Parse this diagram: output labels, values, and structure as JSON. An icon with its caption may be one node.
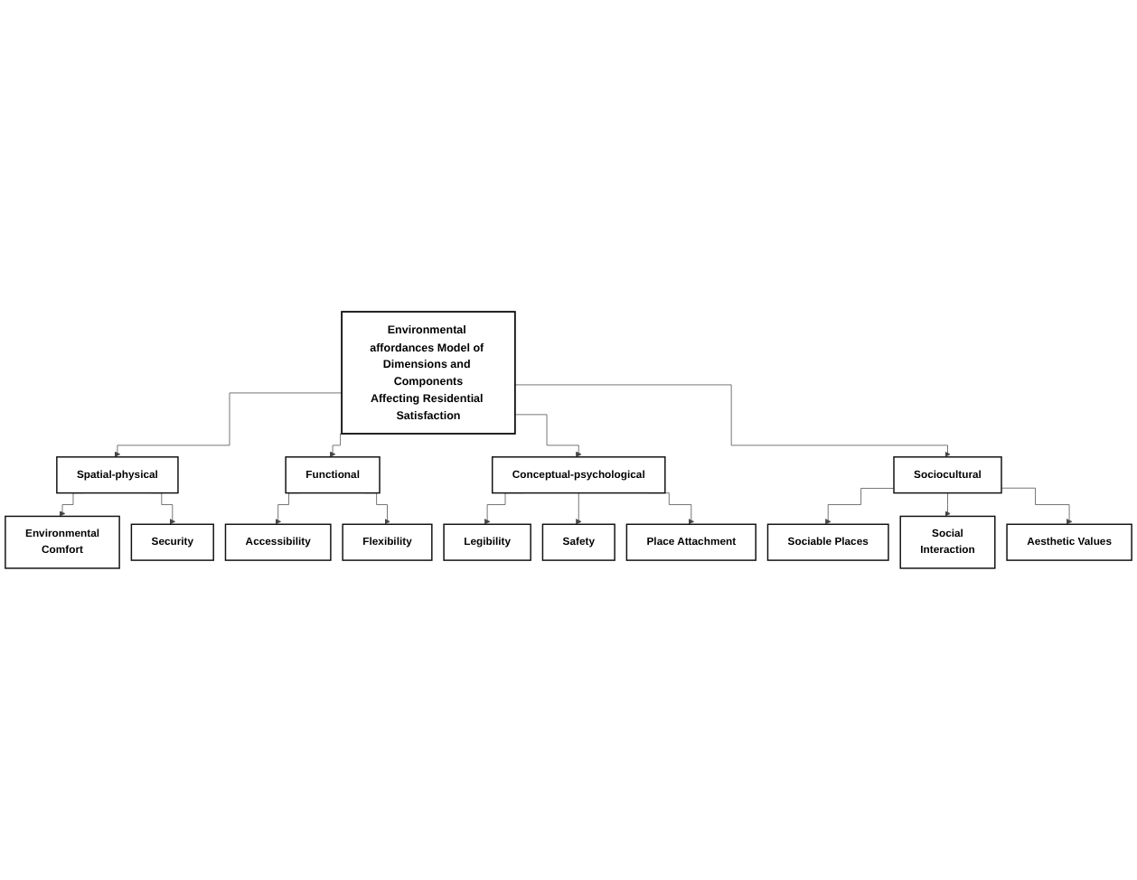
{
  "diagram": {
    "nodes": [
      {
        "text": [
          "Environmental affordances Model of Dimensions and Components Affecting Residential Satisfaction"
        ]
      },
      {
        "text": [
          "Spatial-physical"
        ]
      },
      {
        "text": [
          "Functional"
        ]
      },
      {
        "text": [
          "Conceptual-psychological"
        ]
      },
      {
        "text": [
          "Sociocultural"
        ]
      },
      {
        "text": [
          "Environmental Comfort"
        ]
      },
      {
        "text": [
          "Security"
        ]
      },
      {
        "text": [
          "Accessibility"
        ]
      },
      {
        "text": [
          "Flexibility"
        ]
      },
      {
        "text": [
          "Legibility"
        ]
      },
      {
        "text": [
          "Safety"
        ]
      },
      {
        "text": [
          "Place Attachment"
        ]
      },
      {
        "text": [
          "Sociable Places"
        ]
      },
      {
        "text": [
          "Social Interaction"
        ]
      },
      {
        "text": [
          "Aesthetic Values"
        ]
      }
    ],
    "edges": [
      {
        "from": 0,
        "to": 1,
        "arrow": "to"
      },
      {
        "from": 0,
        "to": 2,
        "arrow": "to"
      },
      {
        "from": 0,
        "to": 3,
        "arrow": "to"
      },
      {
        "from": 0,
        "to": 4,
        "arrow": "to"
      },
      {
        "from": 1,
        "to": 5,
        "arrow": "to"
      },
      {
        "from": 1,
        "to": 6,
        "arrow": "to"
      },
      {
        "from": 2,
        "to": 7,
        "arrow": "to"
      },
      {
        "from": 2,
        "to": 8,
        "arrow": "to"
      },
      {
        "from": 3,
        "to": 9,
        "arrow": "to"
      },
      {
        "from": 3,
        "to": 10,
        "arrow": "to"
      },
      {
        "from": 3,
        "to": 11,
        "arrow": "to"
      },
      {
        "from": 4,
        "to": 12,
        "arrow": "to"
      },
      {
        "from": 4,
        "to": 13,
        "arrow": "to"
      },
      {
        "from": 4,
        "to": 14,
        "arrow": "to"
      }
    ]
  }
}
